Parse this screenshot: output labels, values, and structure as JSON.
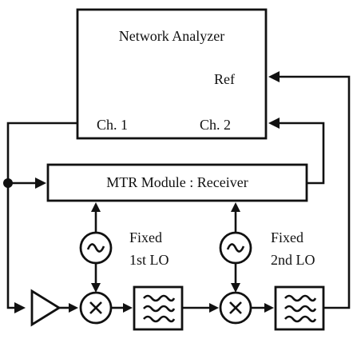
{
  "analyzer": {
    "title": "Network Analyzer",
    "ref_label": "Ref",
    "ch1_label": "Ch. 1",
    "ch2_label": "Ch. 2"
  },
  "receiver": {
    "label": "MTR Module : Receiver"
  },
  "oscillators": [
    {
      "line1": "Fixed",
      "line2": "1st LO"
    },
    {
      "line1": "Fixed",
      "line2": "2nd LO"
    }
  ],
  "icons": [
    "sine-source-icon",
    "mixer-icon",
    "filter-icon",
    "amplifier-icon",
    "junction-dot-icon"
  ]
}
